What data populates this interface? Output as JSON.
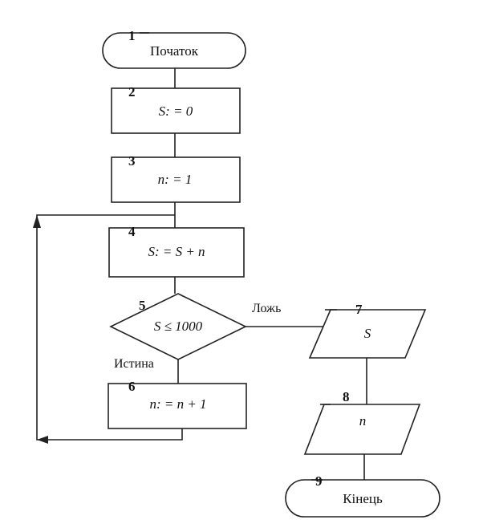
{
  "blocks": {
    "start": {
      "number": "1",
      "label": "Початок"
    },
    "init_s": {
      "number": "2",
      "label": "S: = 0"
    },
    "init_n": {
      "number": "3",
      "label": "n: = 1"
    },
    "sum": {
      "number": "4",
      "label": "S: = S + n"
    },
    "cond": {
      "number": "5",
      "label": "S ≤ 1000"
    },
    "inc": {
      "number": "6",
      "label": "n: = n + 1"
    },
    "out_s": {
      "number": "7",
      "label": "S"
    },
    "out_n": {
      "number": "8",
      "label": "n"
    },
    "end": {
      "number": "9",
      "label": "Кінець"
    }
  },
  "edges": {
    "false_label": "Ложь",
    "true_label": "Истина"
  }
}
